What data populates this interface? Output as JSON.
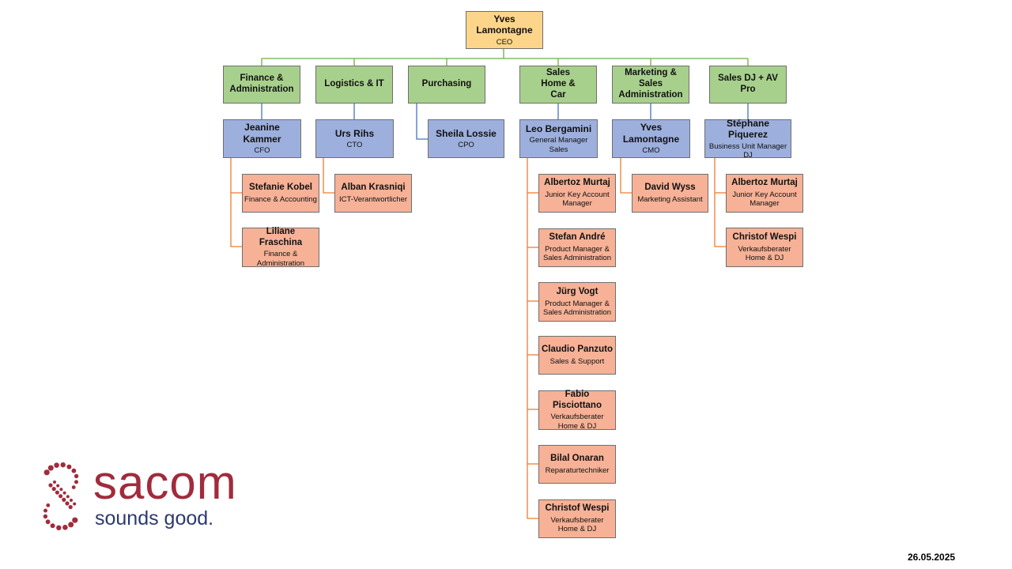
{
  "ceo": {
    "name": "Yves Lamontagne",
    "title": "CEO"
  },
  "departments": [
    {
      "label": "Finance & Administration"
    },
    {
      "label": "Logistics & IT"
    },
    {
      "label": "Purchasing"
    },
    {
      "label": "Sales Home & Car"
    },
    {
      "label": "Marketing & Sales Administration"
    },
    {
      "label": "Sales DJ + AV Pro"
    }
  ],
  "heads": [
    {
      "name": "Jeanine Kammer",
      "title": "CFO"
    },
    {
      "name": "Urs Rihs",
      "title": "CTO"
    },
    {
      "name": "Sheila Lossie",
      "title": "CPO"
    },
    {
      "name": "Leo Bergamini",
      "title": "General Manager Sales"
    },
    {
      "name": "Yves Lamontagne",
      "title": "CMO"
    },
    {
      "name": "Stéphane Piquerez",
      "title": "Business Unit Manager DJ"
    }
  ],
  "staff": {
    "finance": [
      {
        "name": "Stefanie Kobel",
        "title": "Finance & Accounting"
      },
      {
        "name": "Liliane Fraschina",
        "title": "Finance & Administration"
      }
    ],
    "logistics": [
      {
        "name": "Alban Krasniqi",
        "title": "ICT-Verantwortlicher"
      }
    ],
    "sales_home": [
      {
        "name": "Albertoz Murtaj",
        "title": "Junior Key Account Manager"
      },
      {
        "name": "Stefan André",
        "title": "Product Manager & Sales Administration"
      },
      {
        "name": "Jürg Vogt",
        "title": "Product Manager & Sales Administration"
      },
      {
        "name": "Claudio Panzuto",
        "title": "Sales & Support"
      },
      {
        "name": "Fabio Pisciottano",
        "title": "Verkaufsberater Home & DJ"
      },
      {
        "name": "Bilal Onaran",
        "title": "Reparaturtechniker"
      },
      {
        "name": "Christof Wespi",
        "title": "Verkaufsberater Home & DJ"
      }
    ],
    "marketing": [
      {
        "name": "David Wyss",
        "title": "Marketing Assistant"
      }
    ],
    "sales_dj": [
      {
        "name": "Albertoz Murtaj",
        "title": "Junior Key Account Manager"
      },
      {
        "name": "Christof Wespi",
        "title": "Verkaufsberater Home & DJ"
      }
    ]
  },
  "logo": {
    "wordmark": "sacom",
    "slogan": "sounds good.",
    "icon": "sacom-dots-logo-icon",
    "color": "#a12b3c",
    "slogan_color": "#2c3a6e"
  },
  "colors": {
    "ceo": "#fcd58a",
    "dept": "#a8d08d",
    "head": "#9dafdc",
    "staff": "#f6b196",
    "dept_line": "#70ad47",
    "head_line": "#4472c4",
    "staff_line": "#ed7d31"
  },
  "date": "26.05.2025"
}
